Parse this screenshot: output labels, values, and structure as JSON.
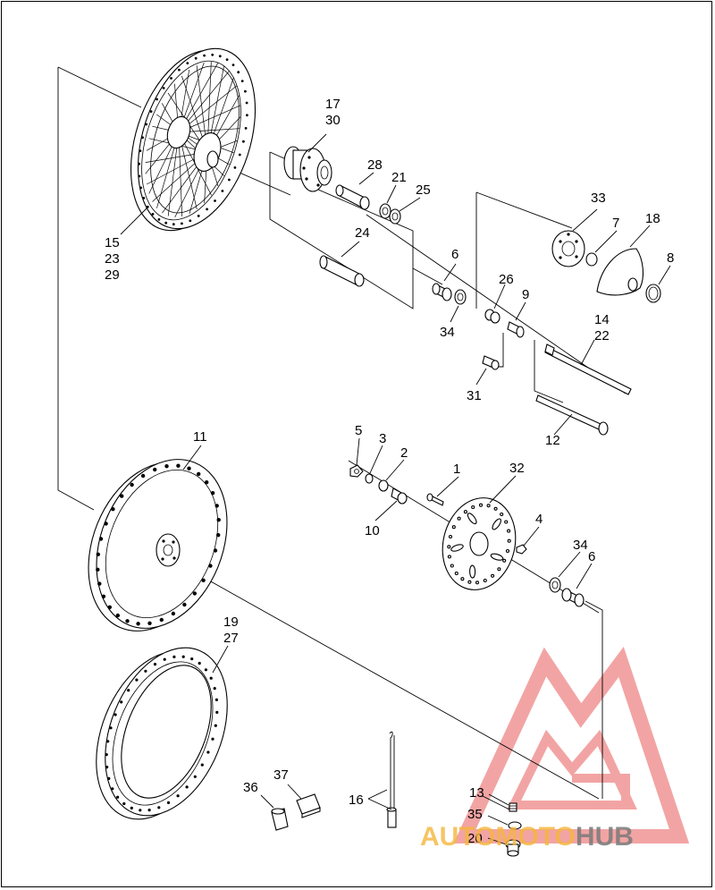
{
  "callouts": {
    "c1": "1",
    "c2": "2",
    "c3": "3",
    "c4": "4",
    "c5": "5",
    "c6a": "6",
    "c6b": "6",
    "c7": "7",
    "c8": "8",
    "c9": "9",
    "c10": "10",
    "c11": "11",
    "c12": "12",
    "c13": "13",
    "c14": "14",
    "c22": "22",
    "c15": "15",
    "c23": "23",
    "c29": "29",
    "c16": "16",
    "c17": "17",
    "c30": "30",
    "c18": "18",
    "c19": "19",
    "c27": "27",
    "c20": "20",
    "c21": "21",
    "c24": "24",
    "c25": "25",
    "c26": "26",
    "c28": "28",
    "c31": "31",
    "c32": "32",
    "c33": "33",
    "c34a": "34",
    "c34b": "34",
    "c35": "35",
    "c36": "36",
    "c37": "37"
  },
  "watermark": {
    "part1": "AUTOMOTO",
    "part2": "HUB",
    "color_main": "#f08a8a",
    "color_accent": "#f5b63d",
    "color_hub": "#7a7a7a"
  }
}
